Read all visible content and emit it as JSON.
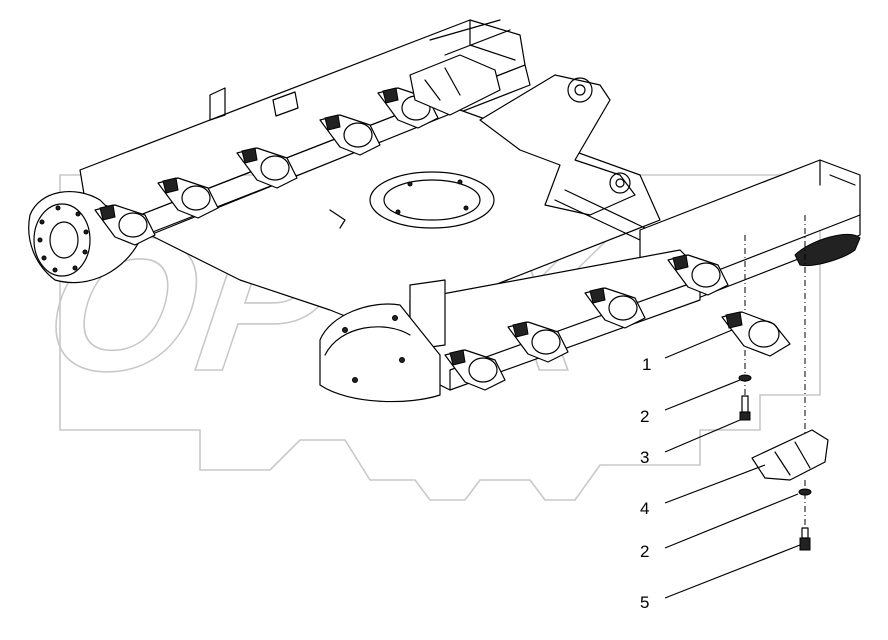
{
  "watermark": {
    "text": "OPEX"
  },
  "callouts": [
    {
      "id": "c1",
      "label": "1"
    },
    {
      "id": "c2a",
      "label": "2"
    },
    {
      "id": "c3",
      "label": "3"
    },
    {
      "id": "c4",
      "label": "4"
    },
    {
      "id": "c2b",
      "label": "2"
    },
    {
      "id": "c5",
      "label": "5"
    }
  ],
  "parts": {
    "frame": "undercarriage-track-frame",
    "roller_1": "track-roller",
    "washer_2": "washer",
    "bolt_3": "bolt",
    "guard_4": "chain-guide-guard",
    "bolt_5": "bolt"
  }
}
